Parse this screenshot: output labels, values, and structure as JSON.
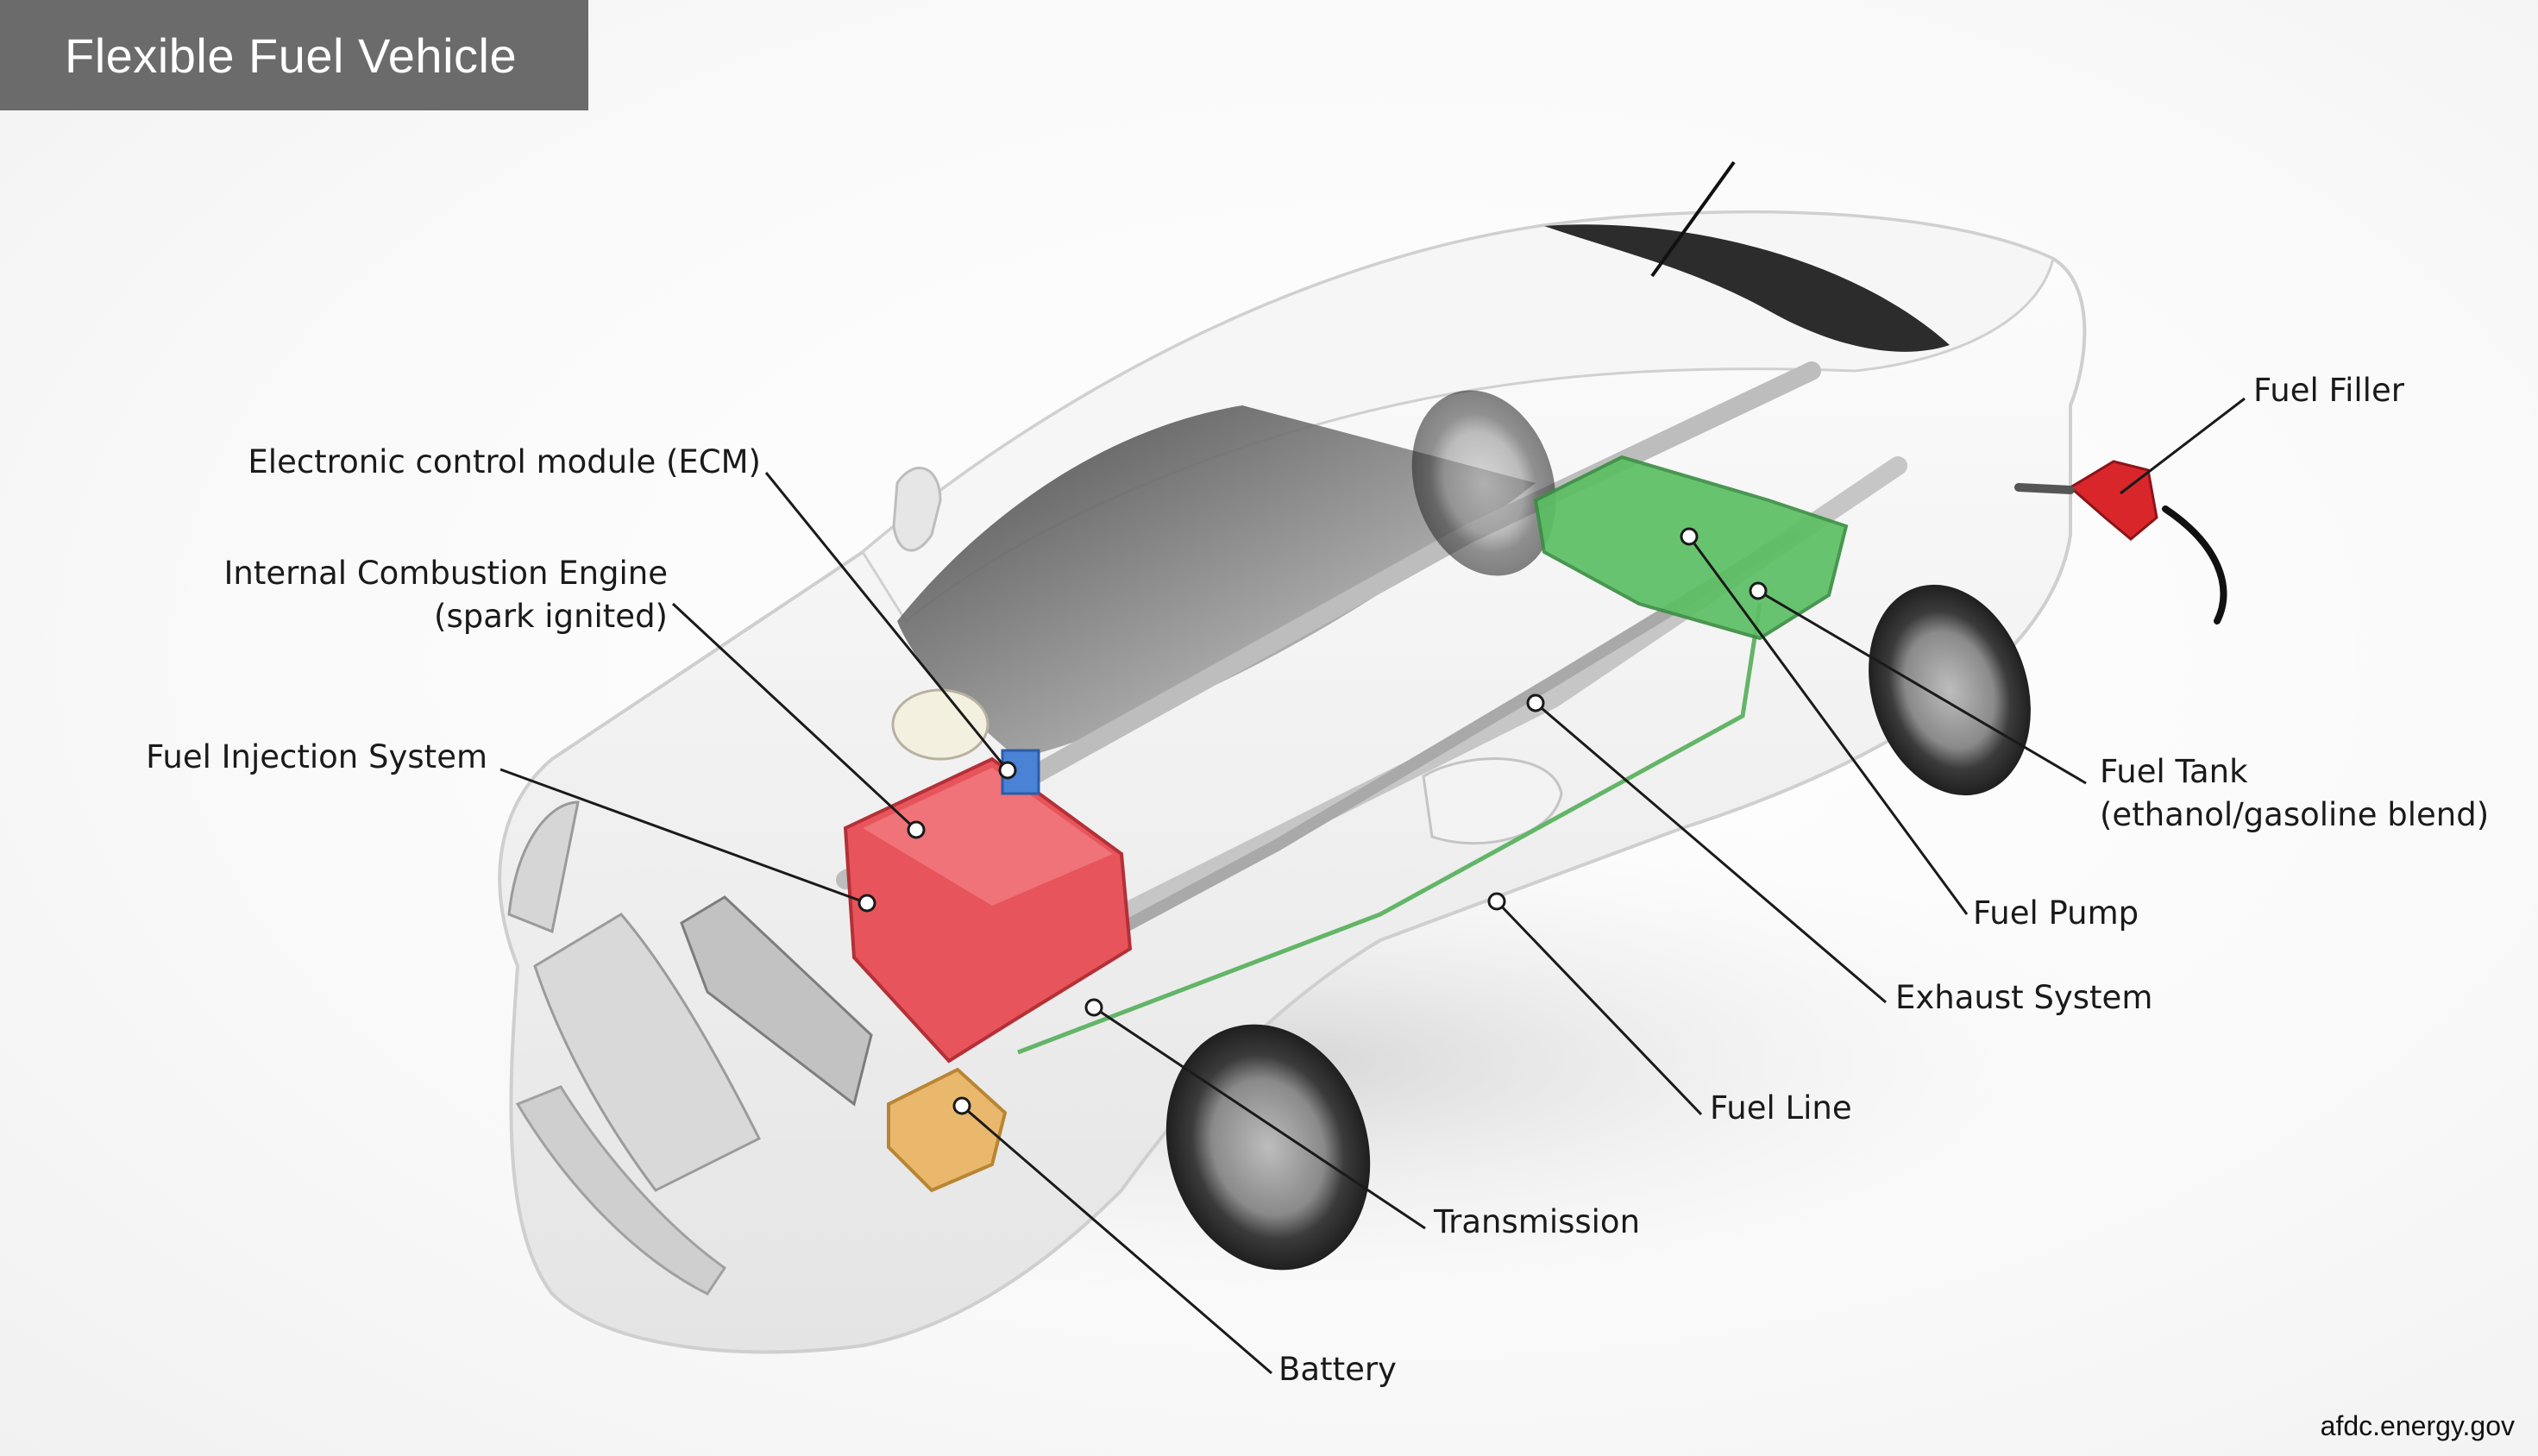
{
  "title": "Flexible Fuel Vehicle",
  "credit": "afdc.energy.gov",
  "labels": {
    "ecm": "Electronic control module (ECM)",
    "engine_line1": "Internal Combustion Engine",
    "engine_line2": "(spark ignited)",
    "injection": "Fuel Injection System",
    "filler": "Fuel Filler",
    "tank_line1": "Fuel Tank",
    "tank_line2": "(ethanol/gasoline blend)",
    "pump": "Fuel Pump",
    "exhaust": "Exhaust System",
    "fuel_line": "Fuel Line",
    "transmission": "Transmission",
    "battery": "Battery"
  },
  "colors": {
    "title_bar": "#6b6b6b",
    "engine": "#e8545b",
    "fuel_tank": "#5cbf64",
    "battery": "#e9b86d",
    "ecm": "#4a82d6",
    "fuel_filler": "#d9262b",
    "leader": "#1a1a1a"
  }
}
